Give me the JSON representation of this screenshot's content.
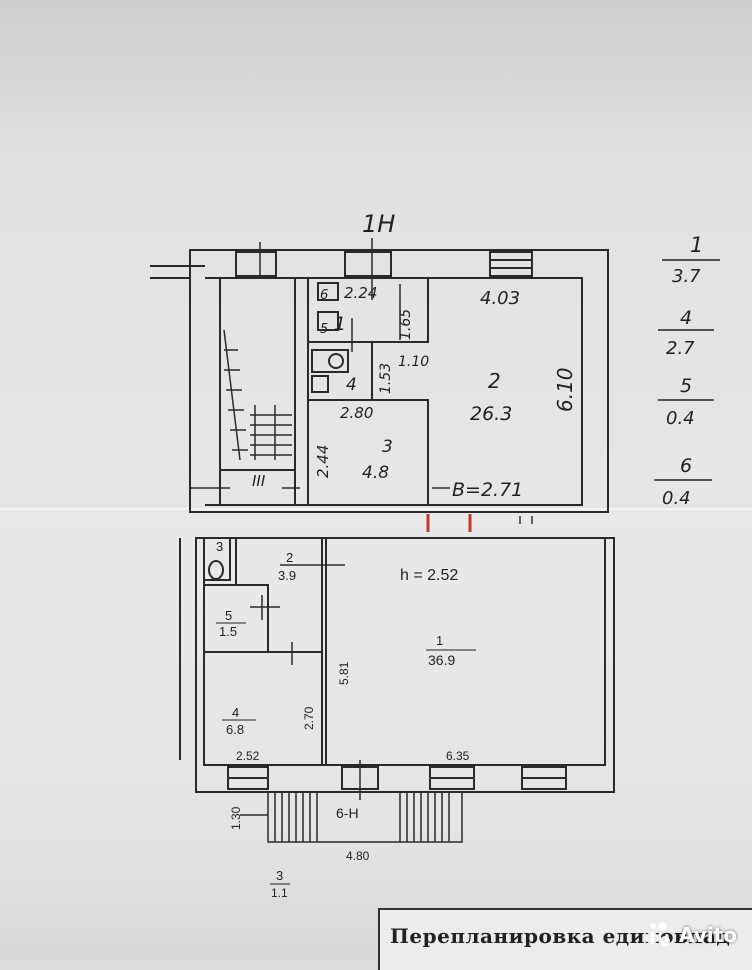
{
  "upper_plan": {
    "axis_label": "1Н",
    "stair_label": "III",
    "rooms": [
      {
        "number": "1",
        "dims": [
          "2.24",
          "1.65"
        ]
      },
      {
        "number": "2",
        "area": "26.3",
        "dims": [
          "4.03",
          "6.10"
        ]
      },
      {
        "number": "3",
        "area": "4.8",
        "dims": [
          "2.80",
          "2.44"
        ]
      },
      {
        "number": "4",
        "dims": [
          "1.53",
          "1.10"
        ]
      },
      {
        "number": "5"
      },
      {
        "number": "6"
      }
    ],
    "height_note": "В=2.71"
  },
  "area_legend": [
    {
      "number": "1",
      "area": "3.7"
    },
    {
      "number": "4",
      "area": "2.7"
    },
    {
      "number": "5",
      "area": "0.4"
    },
    {
      "number": "6",
      "area": "0.4"
    }
  ],
  "lower_plan": {
    "height_note": "h = 2.52",
    "rooms": [
      {
        "number": "1",
        "area": "36.9"
      },
      {
        "number": "2",
        "area": "3.9"
      },
      {
        "number": "3",
        "area": ""
      },
      {
        "number": "4",
        "area": "6.8"
      },
      {
        "number": "5",
        "area": "1.5"
      }
    ],
    "dims": {
      "main_depth": "5.81",
      "main_width": "6.35",
      "room4_width": "2.52",
      "room4_depth": "2.70",
      "porch_width": "4.80",
      "porch_depth": "1.30"
    },
    "porch_label": "6-Н",
    "below_label": {
      "top": "3",
      "bottom": "1.1"
    }
  },
  "stamp": {
    "text": "Перепланировка единовлад"
  },
  "watermark": {
    "name": "Avito"
  }
}
